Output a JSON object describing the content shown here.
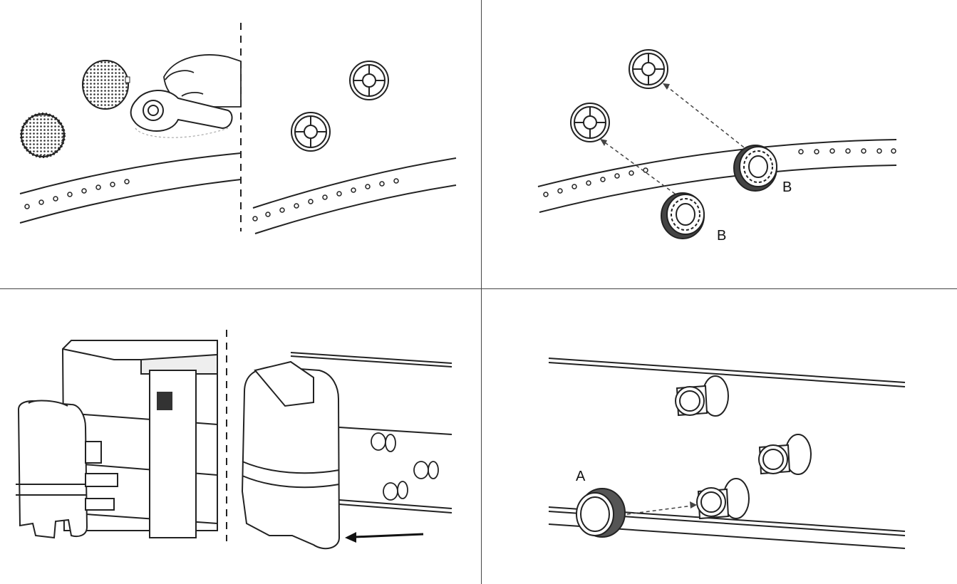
{
  "labels": {
    "b_upper": "B",
    "b_lower": "B",
    "a": "A"
  },
  "icons": [
    "strainer-icon",
    "hand-icon",
    "wrench-icon",
    "fitting-icon",
    "pool-wall-icon",
    "pump-icon",
    "arrow-icon"
  ]
}
